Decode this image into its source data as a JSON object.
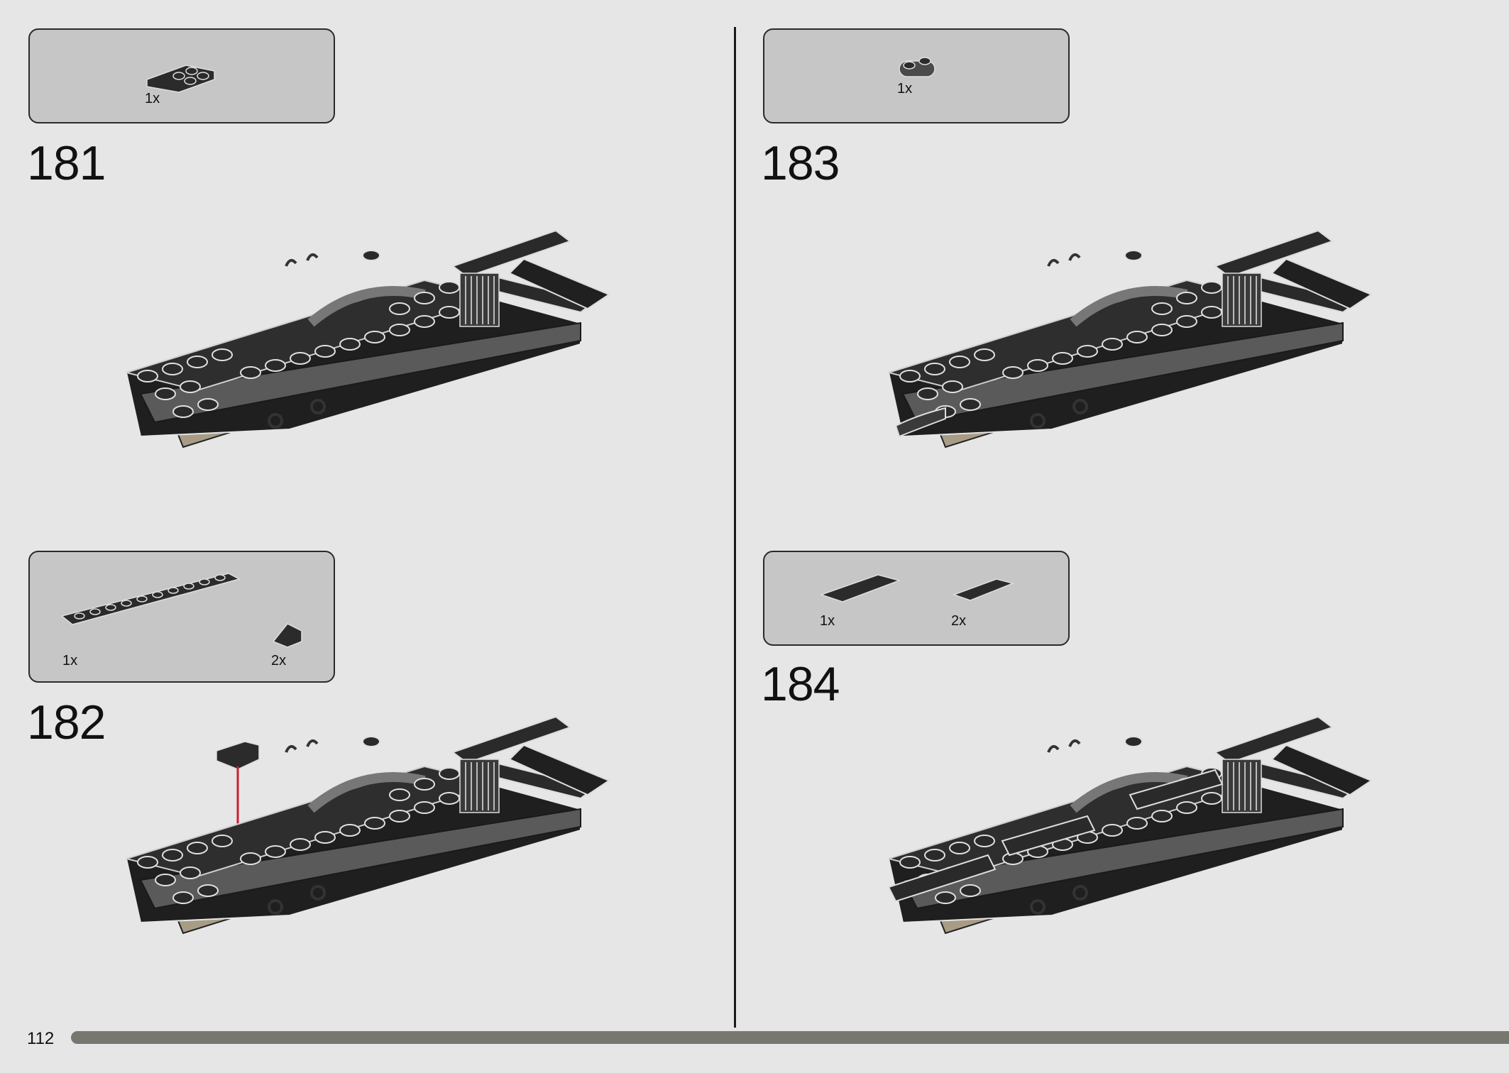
{
  "page_number": "112",
  "steps": [
    {
      "number": "181",
      "parts": [
        {
          "qty": "1x",
          "icon": "wedge-plate-icon"
        }
      ]
    },
    {
      "number": "182",
      "parts": [
        {
          "qty": "1x",
          "icon": "long-plate-icon"
        },
        {
          "qty": "2x",
          "icon": "slope-brick-icon"
        }
      ]
    },
    {
      "number": "183",
      "parts": [
        {
          "qty": "1x",
          "icon": "round-plate-icon"
        }
      ]
    },
    {
      "number": "184",
      "parts": [
        {
          "qty": "1x",
          "icon": "long-tile-icon"
        },
        {
          "qty": "2x",
          "icon": "short-tile-icon"
        }
      ]
    }
  ],
  "colors": {
    "background": "#e6e6e6",
    "callout": "#c6c6c6",
    "brick": "#2b2b2b",
    "arrow": "#cc1f2f",
    "footer": "#77776f"
  }
}
